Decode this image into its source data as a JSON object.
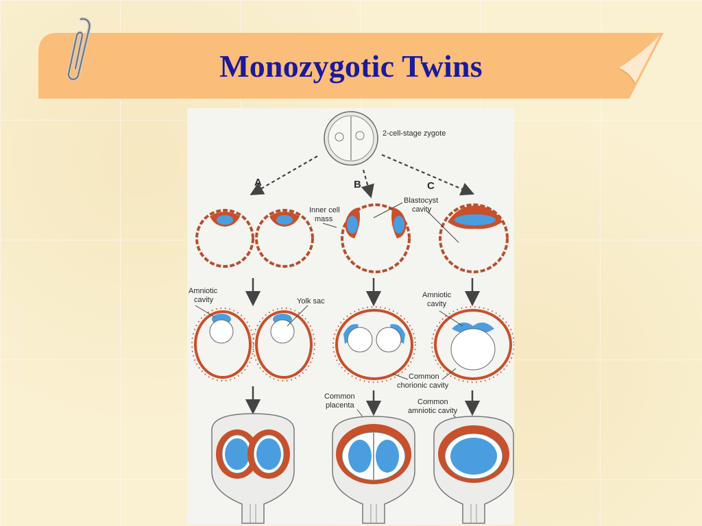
{
  "slide": {
    "title": "Monozygotic Twins",
    "colors": {
      "banner": "#fbbd7a",
      "title": "#1a1a9a",
      "background": "#faf1d2"
    },
    "icons": [
      "paperclip-icon",
      "page-curl-icon"
    ]
  },
  "diagram": {
    "zygote_label": "2-cell-stage zygote",
    "route_labels": {
      "a": "A",
      "b": "B",
      "c": "C"
    },
    "labels": {
      "inner_cell_mass_1": "Inner cell",
      "inner_cell_mass_2": "mass",
      "blastocyst_1": "Blastocyst",
      "blastocyst_2": "cavity",
      "amniotic_a_1": "Amniotic",
      "amniotic_a_2": "cavity",
      "yolk_sac": "Yolk sac",
      "amniotic_c_1": "Amniotic",
      "amniotic_c_2": "cavity",
      "chorionic_1": "Common",
      "chorionic_2": "chorionic cavity",
      "placenta_1": "Common",
      "placenta_2": "placenta",
      "common_amniotic_1": "Common",
      "common_amniotic_2": "amniotic cavity"
    },
    "colors": {
      "trophoblast": "#c8502a",
      "embryo": "#3e8fd8",
      "outline": "#4a4a4a"
    }
  }
}
